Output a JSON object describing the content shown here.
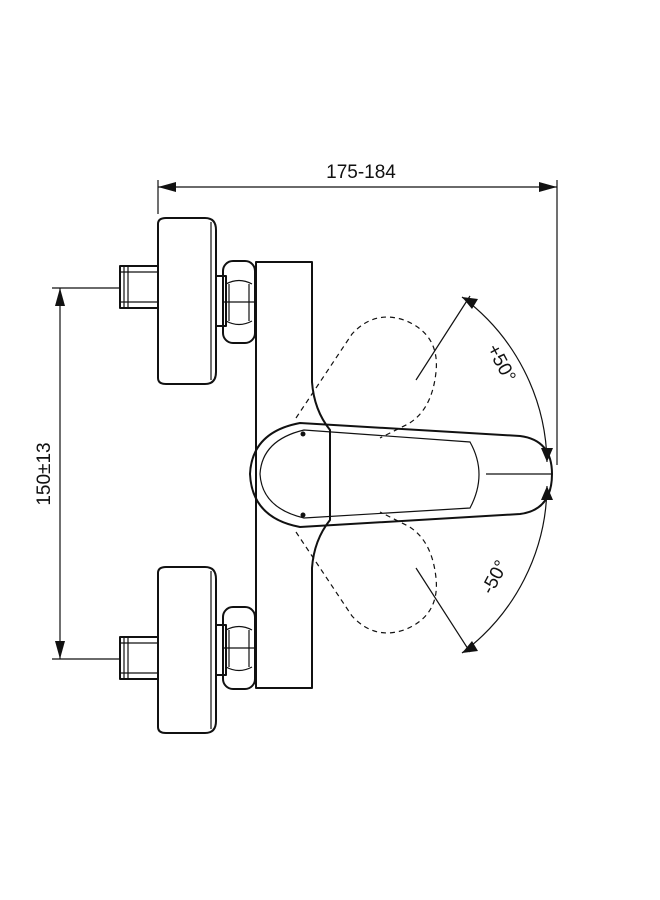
{
  "dimensions": {
    "width_label": "175-184",
    "height_label": "150±13",
    "angle_up_label": "+50°",
    "angle_down_label": "-50°"
  },
  "colors": {
    "line": "#111111",
    "background": "#ffffff"
  },
  "parts": [
    "upper-connector",
    "lower-connector",
    "mixer-body",
    "lever-handle",
    "lever-ghost-up",
    "lever-ghost-down"
  ]
}
